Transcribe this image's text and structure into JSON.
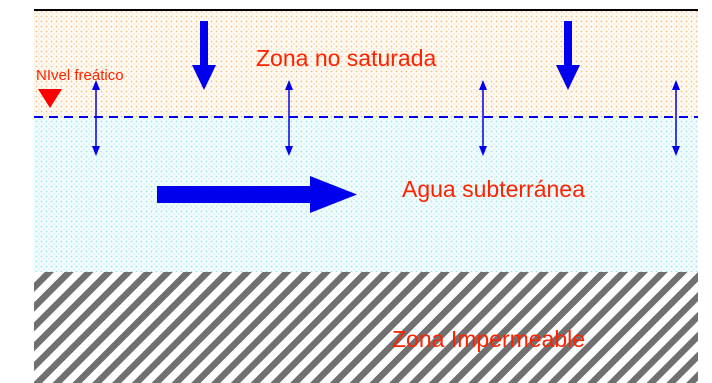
{
  "labels": {
    "water_table": "NIvel freático",
    "unsaturated_zone": "Zona no saturada",
    "groundwater": "Agua subterránea",
    "impermeable_zone": "Zona Impermeable"
  },
  "colors": {
    "label_red": "#ff2200",
    "arrow_blue": "#0000ee",
    "water_table_marker": "#ff0000",
    "unsaturated_dots": "#f0c080",
    "groundwater_dots": "#a8e8f0",
    "impermeable_stripes": "#707070",
    "frame_line": "#000000"
  },
  "icons": {
    "water_table_marker": "inverted-triangle-icon",
    "infiltration": "down-arrow-icon",
    "fluctuation": "double-headed-arrow-icon",
    "flow": "right-arrow-icon"
  }
}
